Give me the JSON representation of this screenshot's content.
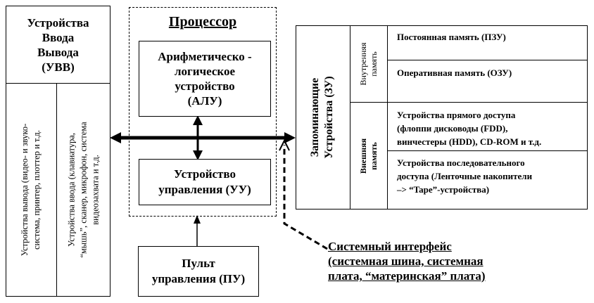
{
  "uvv": {
    "title_lines": [
      "Устройства",
      "Ввода",
      "Вывода",
      "(УВВ)"
    ],
    "output_lines": [
      "Устройства вывода (видео- и звуко-",
      "система, принтер, плоттер и т.д."
    ],
    "input_lines": [
      "Устройства ввода (клавиатура,",
      "“мышь”, сканер, микрофон, система",
      "видеозахвата и т.д."
    ]
  },
  "processor": {
    "title": "Процессор",
    "alu_lines": [
      "Арифметическо -",
      "логическое",
      "устройство",
      "(АЛУ)"
    ],
    "uu_lines": [
      "Устройство",
      "управления (УУ)"
    ]
  },
  "pu": {
    "lines": [
      "Пульт",
      "управления (ПУ)"
    ]
  },
  "zu": {
    "title_lines": [
      "Запоминающие",
      "Устройства (ЗУ)"
    ],
    "internal_label_lines": [
      "Внутренняя",
      "память"
    ],
    "external_label_lines": [
      "Внешняя",
      "память"
    ],
    "rom": "Постоянная память (ПЗУ)",
    "ram": "Оперативная память (ОЗУ)",
    "direct_lines": [
      "Устройства прямого доступа",
      "(флоппи дисководы (FDD),",
      "винчестеры (HDD), CD-ROM и т.д."
    ],
    "sequential_lines": [
      "Устройства последовательного",
      "доступа (Ленточные накопители",
      "–> “Tape”-устройства)"
    ]
  },
  "interface": {
    "lines": [
      "Системный интерфейс",
      "(системная шина, системная",
      "плата, “материнская” плата)"
    ]
  }
}
